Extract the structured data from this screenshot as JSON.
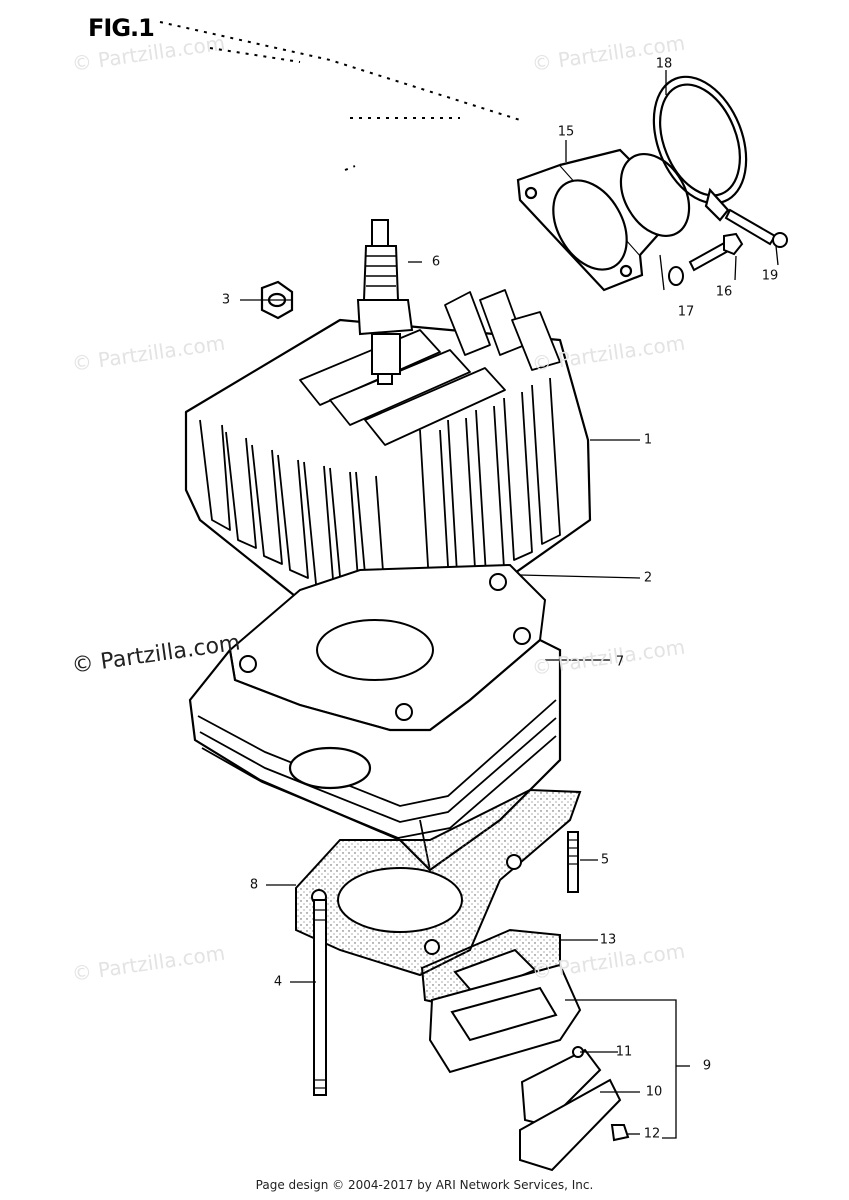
{
  "figure_label": "FIG.1",
  "watermark": "© Partzilla.com",
  "footer": "Page design © 2004-2017 by ARI Network Services, Inc.",
  "callouts": [
    "1",
    "2",
    "3",
    "4",
    "5",
    "6",
    "7",
    "8",
    "9",
    "10",
    "11",
    "12",
    "13",
    "15",
    "16",
    "17",
    "18",
    "19"
  ]
}
